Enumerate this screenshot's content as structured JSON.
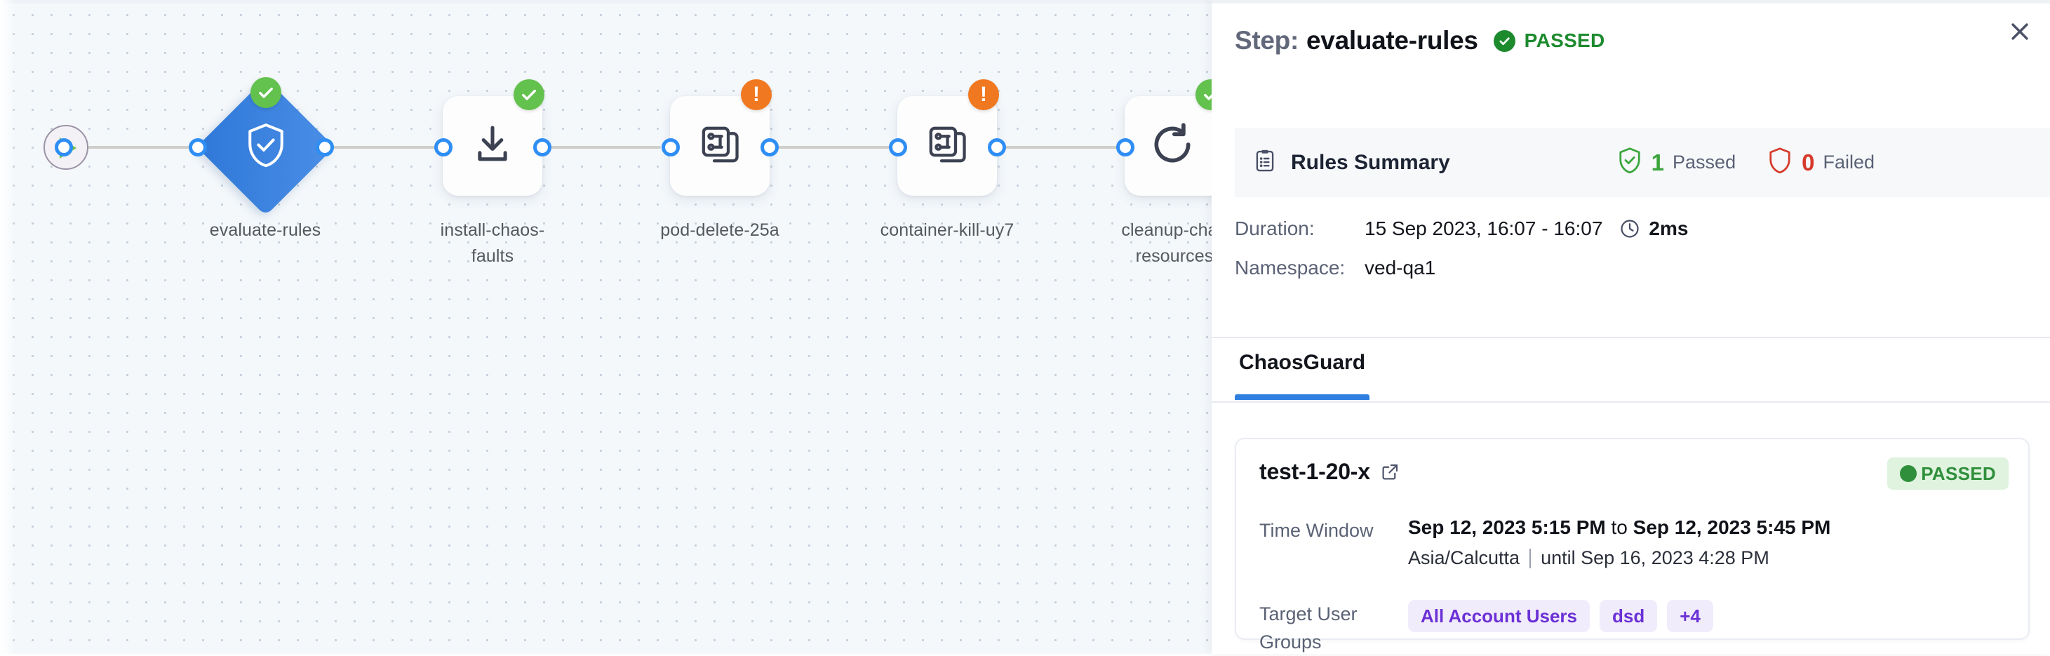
{
  "graph": {
    "start_node_name": "start",
    "nodes": [
      {
        "id": "evaluate-rules",
        "label": "evaluate-rules",
        "shape": "diamond",
        "icon": "shield-check-icon",
        "status": "success"
      },
      {
        "id": "install-chaos-faults",
        "label": "install-chaos-",
        "label2": "faults",
        "shape": "box",
        "icon": "download-icon",
        "status": "success"
      },
      {
        "id": "pod-delete-25a",
        "label": "pod-delete-25a",
        "shape": "box",
        "icon": "chaos-experiment-icon",
        "status": "warning"
      },
      {
        "id": "container-kill-uy7",
        "label": "container-kill-uy7",
        "shape": "box",
        "icon": "chaos-experiment-icon",
        "status": "warning"
      },
      {
        "id": "cleanup-chaos-resources",
        "label": "cleanup-chao",
        "label2": "resources",
        "shape": "box",
        "icon": "refresh-icon",
        "status": "success"
      }
    ]
  },
  "panel": {
    "title_prefix": "Step:",
    "title": "evaluate-rules",
    "status": "PASSED",
    "status_color": "#1d8a2e",
    "close_icon": "close-icon",
    "rules_summary": {
      "icon": "clipboard-icon",
      "label": "Rules Summary",
      "passed_count": "1",
      "passed_label": "Passed",
      "passed_color": "#3aa53b",
      "failed_count": "0",
      "failed_label": "Failed",
      "failed_color": "#d63a2a"
    },
    "meta": {
      "duration_key": "Duration:",
      "duration_value": "15 Sep 2023, 16:07 - 16:07",
      "duration_clock_icon": "clock-icon",
      "duration_ms": "2ms",
      "namespace_key": "Namespace:",
      "namespace_value": "ved-qa1"
    },
    "tabs": [
      {
        "id": "chaosguard",
        "label": "ChaosGuard",
        "active": true
      }
    ],
    "card": {
      "title": "test-1-20-x",
      "external_link_icon": "external-link-icon",
      "status_badge": "PASSED",
      "status_badge_color": "#2f8f3a",
      "time_window_key": "Time Window",
      "time_window_start": "Sep 12, 2023 5:15 PM",
      "time_window_sep": " to ",
      "time_window_end": "Sep 12, 2023 5:45 PM",
      "timezone": "Asia/Calcutta",
      "until_text": "until Sep 16, 2023 4:28 PM",
      "target_groups_key": "Target User Groups",
      "target_groups": [
        "All Account Users",
        "dsd",
        "+4"
      ]
    }
  }
}
